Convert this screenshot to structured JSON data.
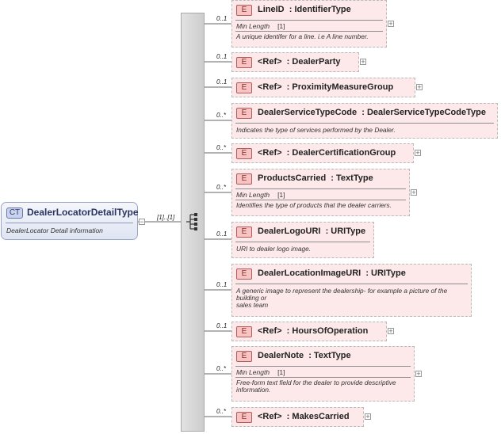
{
  "complex_type": {
    "badge": "CT",
    "name": "DealerLocatorDetailType",
    "documentation": "DealerLocator Detail information"
  },
  "sequence": {
    "occurs": "[1]..[1]"
  },
  "elements": [
    {
      "badge": "E",
      "name": "LineID",
      "separator": ":",
      "type": "IdentifierType",
      "occurs": "0..1",
      "facet_name": "Min Length",
      "facet_value": "[1]",
      "doc_lines": [
        "A unique identifer for a line. i.e A line number."
      ],
      "expand": "+"
    },
    {
      "badge": "E",
      "name": "<Ref>",
      "separator": ":",
      "type": "DealerParty",
      "occurs": "0..1",
      "expand": "+"
    },
    {
      "badge": "E",
      "name": "<Ref>",
      "separator": ":",
      "type": "ProximityMeasureGroup",
      "occurs": "0..1",
      "expand": "+"
    },
    {
      "badge": "E",
      "name": "DealerServiceTypeCode",
      "separator": ":",
      "type": "DealerServiceTypeCodeType",
      "occurs": "0..*",
      "doc_lines": [
        "Indicates the type of services performed by the Dealer."
      ]
    },
    {
      "badge": "E",
      "name": "<Ref>",
      "separator": ":",
      "type": "DealerCertificationGroup",
      "occurs": "0..*",
      "expand": "+"
    },
    {
      "badge": "E",
      "name": "ProductsCarried",
      "separator": ":",
      "type": "TextType",
      "occurs": "0..*",
      "facet_name": "Min Length",
      "facet_value": "[1]",
      "doc_lines": [
        "Identifies the type of products that the dealer carriers."
      ],
      "expand": "+"
    },
    {
      "badge": "E",
      "name": "DealerLogoURI",
      "separator": ":",
      "type": "URIType",
      "occurs": "0..1",
      "doc_lines": [
        "URI to dealer logo image."
      ]
    },
    {
      "badge": "E",
      "name": "DealerLocationImageURI",
      "separator": ":",
      "type": "URIType",
      "occurs": "0..1",
      "doc_lines": [
        "A generic image to represent the dealership- for example a picture of the",
        "building or",
        "sales team"
      ]
    },
    {
      "badge": "E",
      "name": "<Ref>",
      "separator": ":",
      "type": "HoursOfOperation",
      "occurs": "0..1",
      "expand": "+"
    },
    {
      "badge": "E",
      "name": "DealerNote",
      "separator": ":",
      "type": "TextType",
      "occurs": "0..*",
      "facet_name": "Min Length",
      "facet_value": "[1]",
      "doc_lines": [
        "Free-form text field for the dealer to provide descriptive",
        "information."
      ],
      "expand": "+"
    },
    {
      "badge": "E",
      "name": "<Ref>",
      "separator": ":",
      "type": "MakesCarried",
      "occurs": "0..*",
      "expand": "+"
    }
  ]
}
